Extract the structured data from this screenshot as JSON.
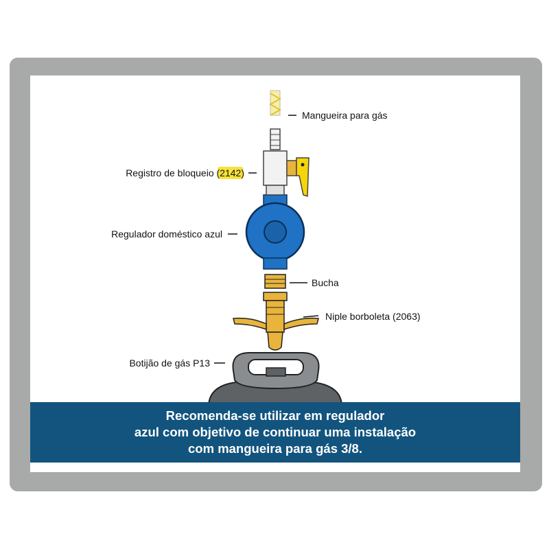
{
  "labels": {
    "mangueira": "Mangueira para gás",
    "registro_prefix": "Registro de bloqueio (",
    "registro_code": "2142",
    "registro_suffix": ")",
    "regulador": "Regulador doméstico azul",
    "bucha": "Bucha",
    "niple": "Niple borboleta (2063)",
    "botijao": "Botijão de gás P13"
  },
  "banner": {
    "line1": "Recomenda-se utilizar em regulador",
    "line2": "azul com objetivo de continuar uma instalação",
    "line3": "com mangueira para gás 3/8."
  },
  "colors": {
    "frame": "#a7aaa8",
    "banner": "#12547e",
    "regulator_blue": "#1f72c4",
    "brass": "#e8b43c",
    "highlight": "#f6e23a",
    "cylinder": "#5e6265"
  }
}
